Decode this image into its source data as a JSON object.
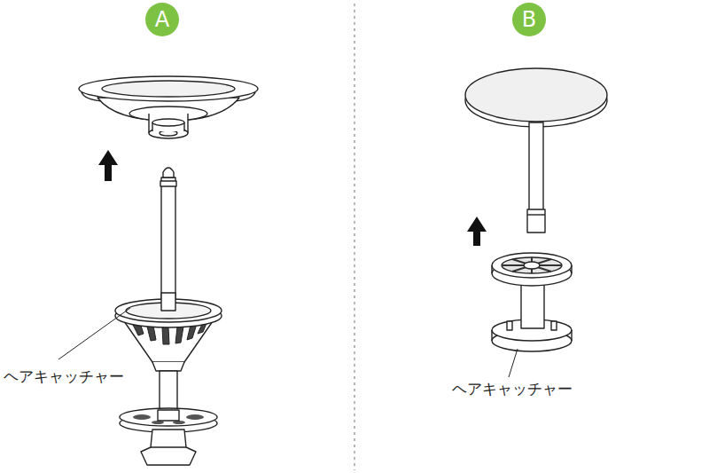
{
  "diagram": {
    "nodes": [
      {
        "text": [
          "A"
        ]
      },
      {
        "text": [
          "B"
        ]
      }
    ],
    "labels": [
      "ヘアキャッチャー",
      "ヘアキャッチャー"
    ]
  }
}
